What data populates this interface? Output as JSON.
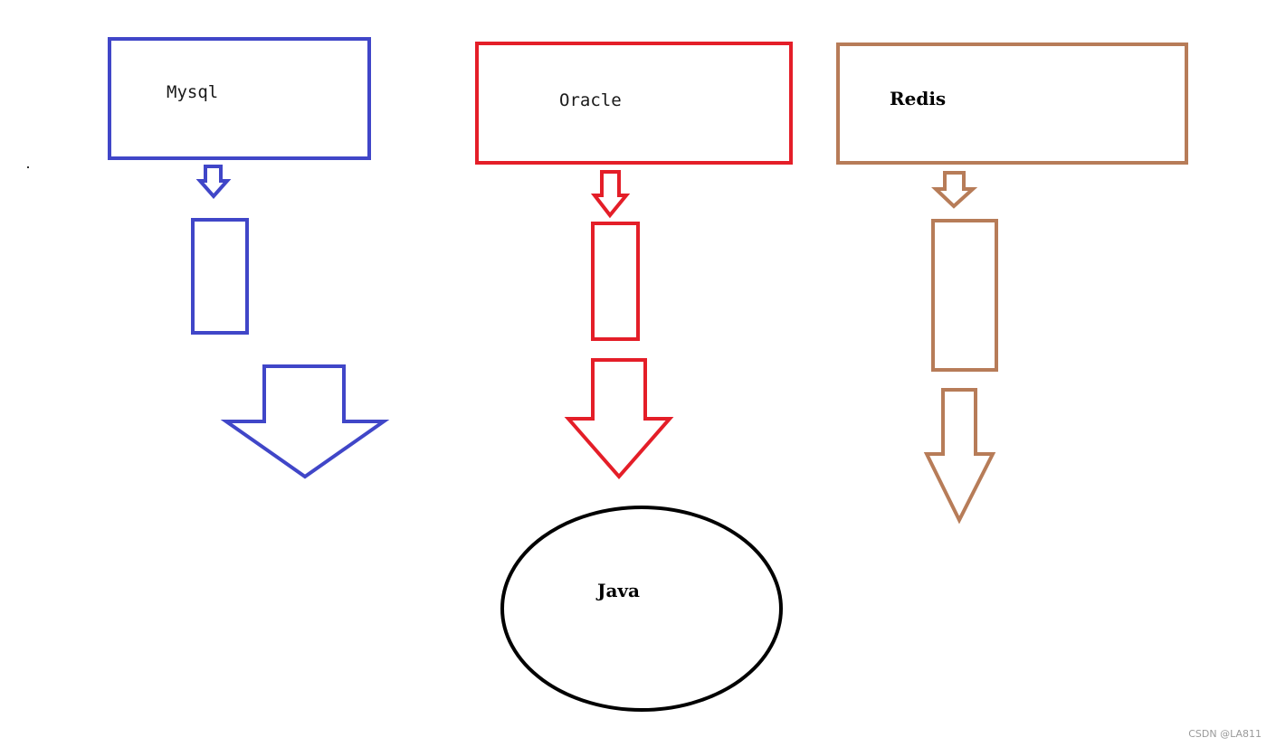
{
  "colors": {
    "mysql": "#4046c8",
    "oracle": "#e41e28",
    "redis": "#b77c58",
    "java": "#000000"
  },
  "nodes": {
    "mysql": {
      "label": "Mysql"
    },
    "oracle": {
      "label": "Oracle"
    },
    "redis": {
      "label": "Redis"
    },
    "java": {
      "label": "Java"
    }
  },
  "watermark": "CSDN @LA811"
}
